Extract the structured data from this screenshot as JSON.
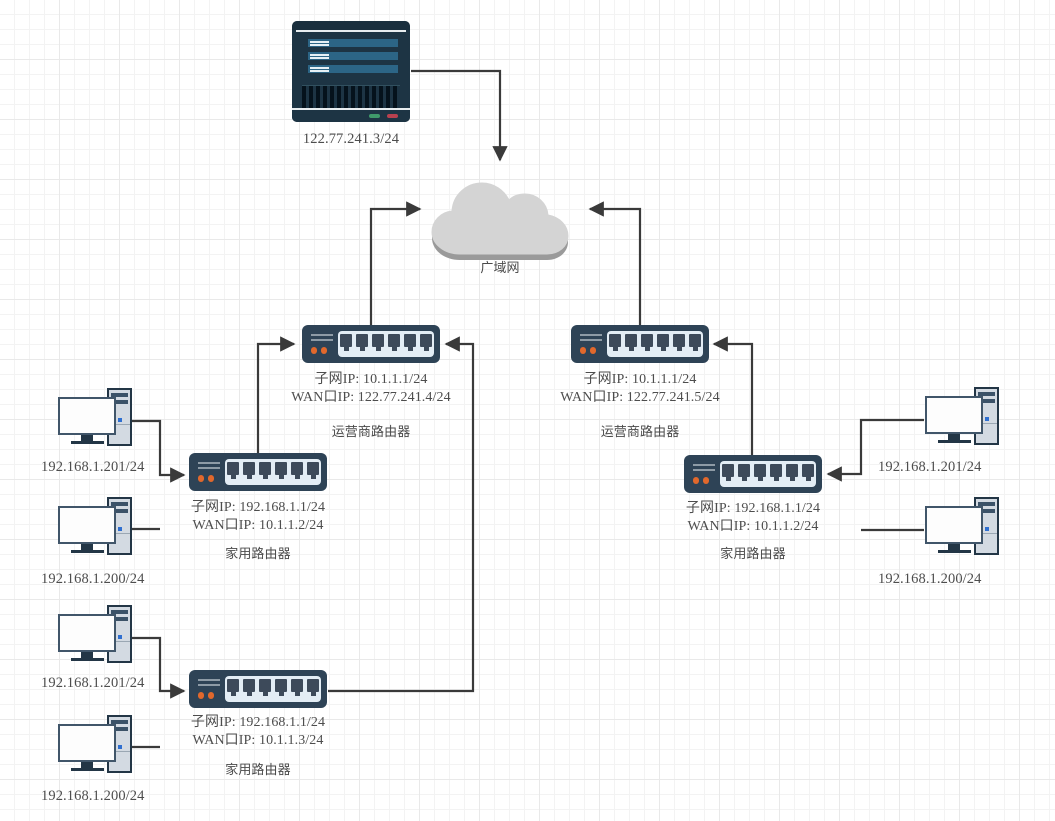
{
  "diagram": {
    "title": "network-topology",
    "colors": {
      "device_body": "#2e4356",
      "port_panel": "#e3edf5",
      "cloud_fill": "#d4d4d4",
      "cloud_shadow": "#9a9a9a",
      "wire": "#3a3a3a",
      "text": "#4d4d4d",
      "led_green": "#3f9a6b",
      "led_red": "#b8414f",
      "router_led_orange": "#e1682c",
      "pc_screen": "#fdfdfd",
      "pc_tower": "#d3dae2",
      "grid_minor": "#f3f3f3",
      "grid_major": "#e9e9e9"
    },
    "nodes": {
      "server": {
        "icon": "server-icon",
        "ip_label": "122.77.241.3/24"
      },
      "cloud": {
        "icon": "cloud-icon",
        "label": "广域网"
      },
      "isp_router_left": {
        "icon": "router-icon",
        "subnet_line": "子网IP:  10.1.1.1/24",
        "wan_line": "WAN口IP: 122.77.241.4/24",
        "type_label": "运营商路由器"
      },
      "isp_router_right": {
        "icon": "router-icon",
        "subnet_line": "子网IP:  10.1.1.1/24",
        "wan_line": "WAN口IP: 122.77.241.5/24",
        "type_label": "运营商路由器"
      },
      "home_router_left_top": {
        "icon": "router-icon",
        "subnet_line": "子网IP:  192.168.1.1/24",
        "wan_line": "WAN口IP: 10.1.1.2/24",
        "type_label": "家用路由器"
      },
      "home_router_left_bottom": {
        "icon": "router-icon",
        "subnet_line": "子网IP:  192.168.1.1/24",
        "wan_line": "WAN口IP: 10.1.1.3/24",
        "type_label": "家用路由器"
      },
      "home_router_right": {
        "icon": "router-icon",
        "subnet_line": "子网IP:  192.168.1.1/24",
        "wan_line": "WAN口IP: 10.1.1.2/24",
        "type_label": "家用路由器"
      },
      "pc_left_top_a": {
        "icon": "desktop-pc-icon",
        "ip_label": "192.168.1.201/24"
      },
      "pc_left_top_b": {
        "icon": "desktop-pc-icon",
        "ip_label": "192.168.1.200/24"
      },
      "pc_left_bottom_a": {
        "icon": "desktop-pc-icon",
        "ip_label": "192.168.1.201/24"
      },
      "pc_left_bottom_b": {
        "icon": "desktop-pc-icon",
        "ip_label": "192.168.1.200/24"
      },
      "pc_right_a": {
        "icon": "desktop-pc-icon",
        "ip_label": "192.168.1.201/24"
      },
      "pc_right_b": {
        "icon": "desktop-pc-icon",
        "ip_label": "192.168.1.200/24"
      }
    }
  }
}
